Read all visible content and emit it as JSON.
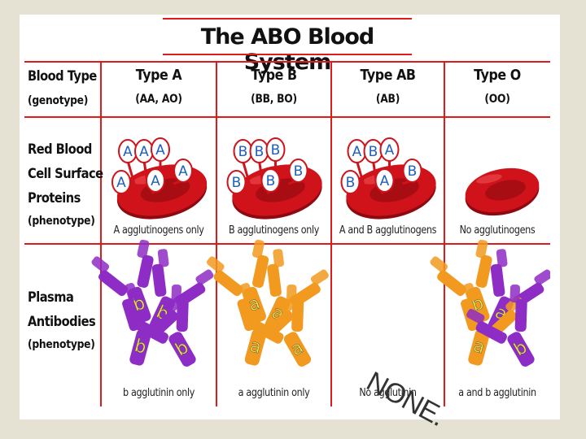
{
  "title": "The ABO Blood System",
  "rows": {
    "header": {
      "label": "Blood Type",
      "sub": "(genotype)"
    },
    "proteins": {
      "label_lines": [
        "Red Blood",
        "Cell Surface",
        "Proteins"
      ],
      "sub": "(phenotype)"
    },
    "antibodies": {
      "label_lines": [
        "Plasma",
        "Antibodies"
      ],
      "sub": "(phenotype)"
    }
  },
  "types": [
    {
      "name": "Type A",
      "genotype": "(AA, AO)",
      "antigen_caption": "A agglutinogens only",
      "antibody_caption": "b agglutinin only",
      "antigens": [
        "A",
        "A",
        "A",
        "A",
        "A",
        "A"
      ],
      "antibodies": [
        "b",
        "b",
        "b",
        "b"
      ]
    },
    {
      "name": "Type B",
      "genotype": "(BB, BO)",
      "antigen_caption": "B agglutinogens only",
      "antibody_caption": "a agglutinin only",
      "antigens": [
        "B",
        "B",
        "B",
        "B",
        "B",
        "B"
      ],
      "antibodies": [
        "a",
        "a",
        "a",
        "a"
      ]
    },
    {
      "name": "Type AB",
      "genotype": "(AB)",
      "antigen_caption": "A and B agglutinogens",
      "antibody_caption": "No agglutinin",
      "antigens": [
        "A",
        "B",
        "A",
        "B",
        "B",
        "A"
      ],
      "antibodies": []
    },
    {
      "name": "Type O",
      "genotype": "(OO)",
      "antigen_caption": "No agglutinogens",
      "antibody_caption": "a and b agglutinin",
      "antigens": [],
      "antibodies": [
        "b",
        "a",
        "a",
        "b"
      ]
    }
  ],
  "none_label": "NONE.",
  "colors": {
    "grid_line": "#e01a1a",
    "rbc": "#d0121a",
    "antigen_fill": "#ffffff",
    "antigen_stroke": "#d0121a",
    "antigen_text": "#1f5fbf",
    "antibody_b": "#8e2cc6",
    "antibody_a": "#f29a1f",
    "antibody_letter": "#f5e642"
  }
}
